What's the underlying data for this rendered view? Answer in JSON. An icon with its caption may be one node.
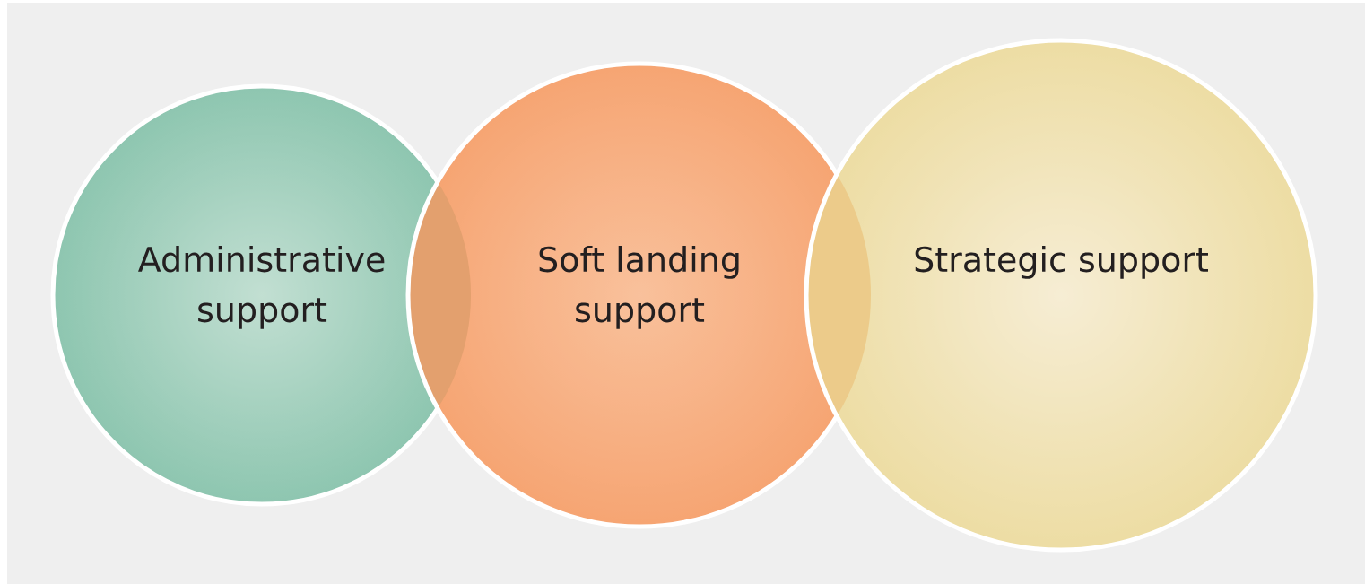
{
  "diagram": {
    "nodes": [
      {
        "text": [
          "Administrative support"
        ]
      },
      {
        "text": [
          "Soft landing support"
        ]
      },
      {
        "text": [
          "Strategic support"
        ]
      }
    ]
  }
}
